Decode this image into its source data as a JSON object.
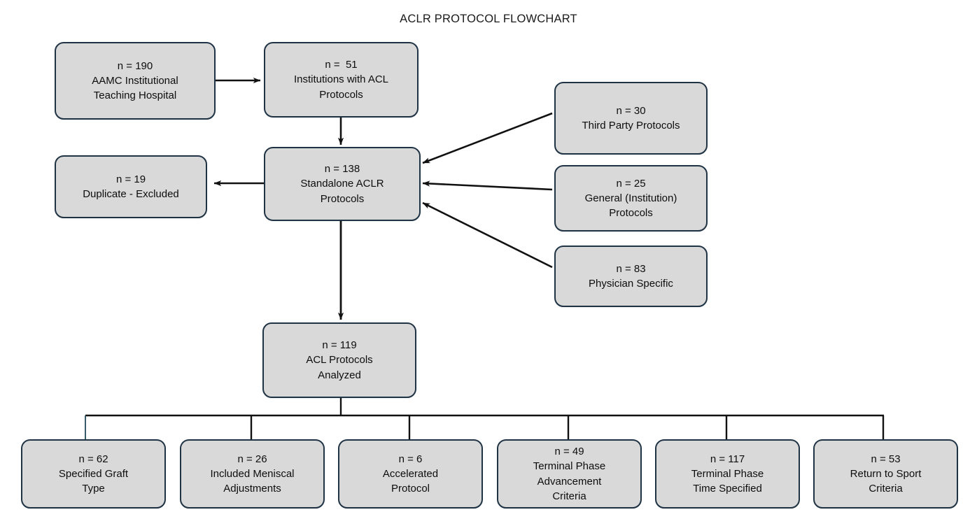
{
  "title": "ACLR PROTOCOL FLOWCHART",
  "theme": {
    "background": "#ffffff",
    "node_fill": "#d9d9d9",
    "node_border": "#1f3344",
    "text": "#0d0d0d",
    "connector": "#111111",
    "accent_connector": "#2d5464"
  },
  "chart_data": {
    "type": "diagram",
    "subtype": "flowchart",
    "title": "ACLR PROTOCOL FLOWCHART",
    "nodes": [
      {
        "id": "aamc",
        "count": "n = 190",
        "label": "AAMC Institutional\nTeaching Hospital",
        "lines": [
          "n = 190",
          "AAMC Institutional",
          "Teaching Hospital"
        ]
      },
      {
        "id": "institutions",
        "count": "n =  51",
        "label": "Institutions with ACL\nProtocols",
        "lines": [
          "n =  51",
          "Institutions with ACL",
          "Protocols"
        ]
      },
      {
        "id": "duplicate",
        "count": "n = 19",
        "label": "Duplicate - Excluded",
        "lines": [
          "n = 19",
          "Duplicate - Excluded"
        ]
      },
      {
        "id": "standalone",
        "count": "n = 138",
        "label": "Standalone ACLR\nProtocols",
        "lines": [
          "n = 138",
          "Standalone ACLR",
          "Protocols"
        ]
      },
      {
        "id": "thirdparty",
        "count": "n = 30",
        "label": "Third Party Protocols",
        "lines": [
          "n = 30",
          "Third Party Protocols"
        ]
      },
      {
        "id": "general",
        "count": "n = 25",
        "label": "General (Institution)\nProtocols",
        "lines": [
          "n = 25",
          "General (Institution)",
          "Protocols"
        ]
      },
      {
        "id": "physician",
        "count": "n = 83",
        "label": "Physician Specific",
        "lines": [
          "n = 83",
          "Physician Specific"
        ]
      },
      {
        "id": "analyzed",
        "count": "n = 119",
        "label": "ACL Protocols\nAnalyzed",
        "lines": [
          "n = 119",
          "ACL Protocols",
          "Analyzed"
        ]
      },
      {
        "id": "graft",
        "count": "n = 62",
        "label": "Specified Graft\nType",
        "lines": [
          "n = 62",
          "Specified Graft",
          "Type"
        ]
      },
      {
        "id": "meniscal",
        "count": "n = 26",
        "label": "Included Meniscal\nAdjustments",
        "lines": [
          "n = 26",
          "Included Meniscal",
          "Adjustments"
        ]
      },
      {
        "id": "accelerated",
        "count": "n = 6",
        "label": "Accelerated\nProtocol",
        "lines": [
          "n = 6",
          "Accelerated",
          "Protocol"
        ]
      },
      {
        "id": "advancement",
        "count": "n = 49",
        "label": "Terminal Phase\nAdvancement\nCriteria",
        "lines": [
          "n = 49",
          "Terminal Phase",
          "Advancement",
          "Criteria"
        ]
      },
      {
        "id": "timespec",
        "count": "n = 117",
        "label": "Terminal Phase\nTime Specified",
        "lines": [
          "n = 117",
          "Terminal Phase",
          "Time Specified"
        ]
      },
      {
        "id": "rts",
        "count": "n = 53",
        "label": "Return to Sport\nCriteria",
        "lines": [
          "n = 53",
          "Return to Sport",
          "Criteria"
        ]
      }
    ],
    "edges": [
      {
        "from": "aamc",
        "to": "institutions",
        "style": "arrow"
      },
      {
        "from": "institutions",
        "to": "standalone",
        "style": "arrow"
      },
      {
        "from": "standalone",
        "to": "duplicate",
        "style": "arrow"
      },
      {
        "from": "thirdparty",
        "to": "standalone",
        "style": "arrow"
      },
      {
        "from": "general",
        "to": "standalone",
        "style": "arrow"
      },
      {
        "from": "physician",
        "to": "standalone",
        "style": "arrow"
      },
      {
        "from": "standalone",
        "to": "analyzed",
        "style": "arrow"
      },
      {
        "from": "analyzed",
        "to": "graft",
        "style": "bus"
      },
      {
        "from": "analyzed",
        "to": "meniscal",
        "style": "bus"
      },
      {
        "from": "analyzed",
        "to": "accelerated",
        "style": "bus"
      },
      {
        "from": "analyzed",
        "to": "advancement",
        "style": "bus"
      },
      {
        "from": "analyzed",
        "to": "timespec",
        "style": "bus"
      },
      {
        "from": "analyzed",
        "to": "rts",
        "style": "bus"
      }
    ]
  }
}
